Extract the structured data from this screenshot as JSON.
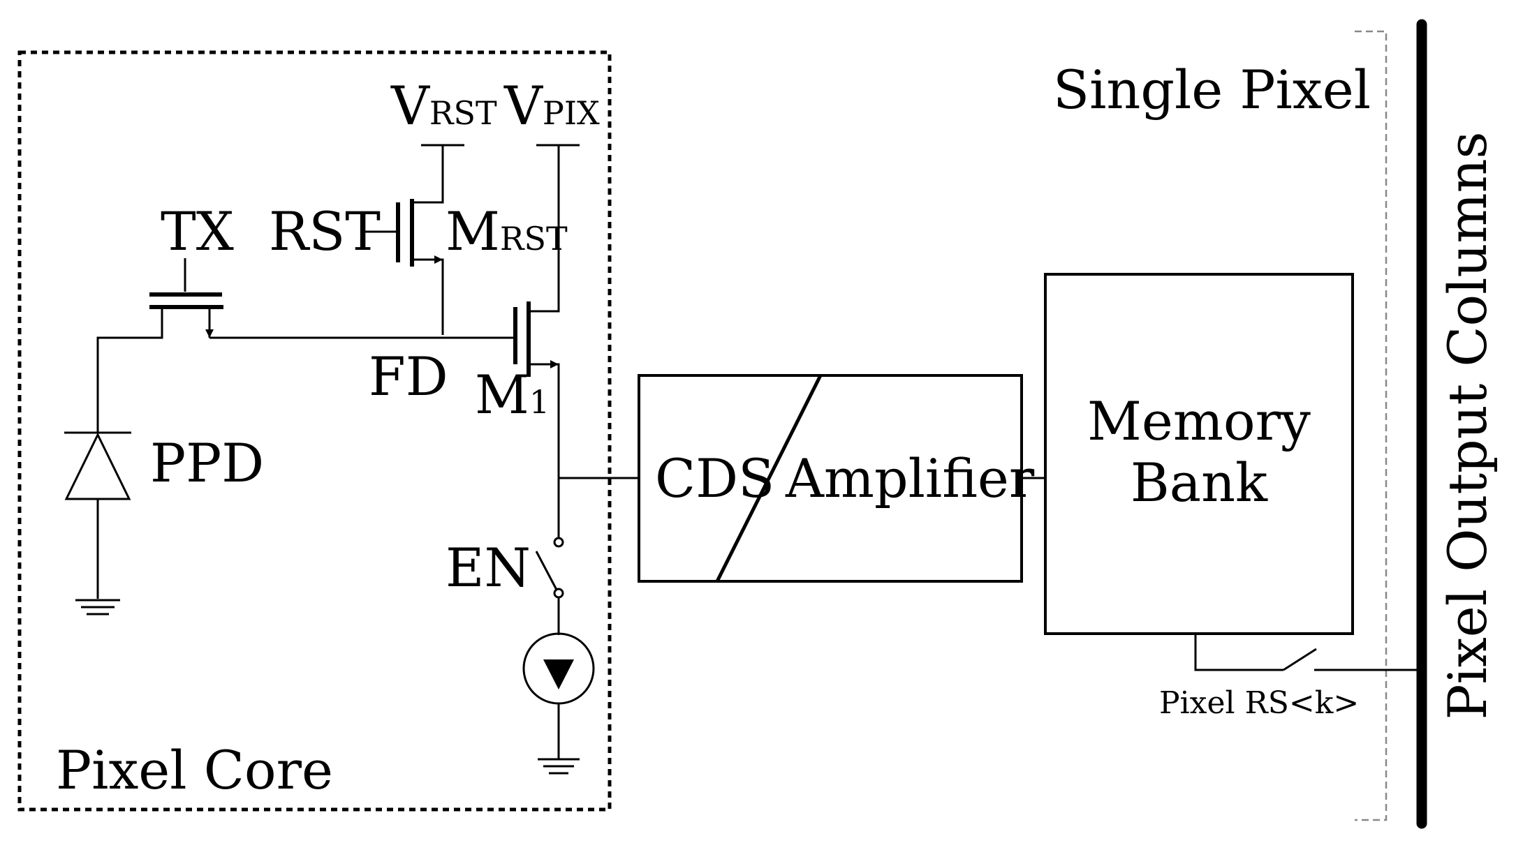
{
  "labels": {
    "vrst_main": "V",
    "vrst_sub": "RST",
    "vpix_main": "V",
    "vpix_sub": "PIX",
    "single_pixel": "Single Pixel",
    "tx": "TX",
    "rst": "RST",
    "mrst_main": "M",
    "mrst_sub": "RST",
    "fd": "FD",
    "m1_main": "M",
    "m1_sub": "1",
    "ppd": "PPD",
    "en": "EN",
    "cds": "CDS",
    "amplifier": "Amplifier",
    "memory_line1": "Memory",
    "memory_line2": "Bank",
    "pixel_rs": "Pixel RS<k>",
    "pixel_core": "Pixel Core",
    "pixel_output_columns": "Pixel Output Columns"
  }
}
